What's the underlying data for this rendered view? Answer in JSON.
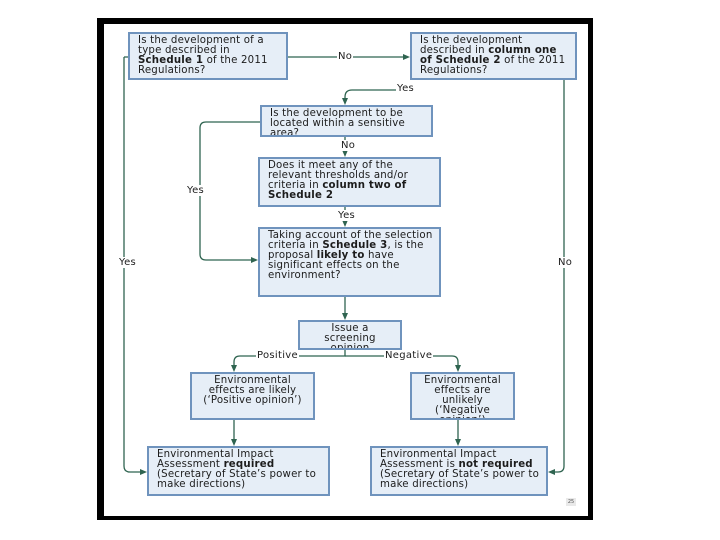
{
  "boxes": {
    "schedule1": {
      "pre": "Is the development of a type described in ",
      "b1": "Schedule 1",
      "post": " of the 2011 Regulations?"
    },
    "schedule2": {
      "pre": "Is the development described in ",
      "b1": "column one of Schedule 2",
      "post": " of the 2011 Regulations?"
    },
    "sensitive": "Is the development to be located within a sensitive area?",
    "thresholds": {
      "pre": "Does it meet any of the relevant thresholds and/or criteria in ",
      "b1": "column two of Schedule 2"
    },
    "selection": {
      "pre": "Taking account of the selection criteria in ",
      "b1": "Schedule 3",
      "mid": ", is the proposal ",
      "b2": "likely to",
      "post": " have significant effects on the environment?"
    },
    "screening": "Issue a screening opinion",
    "likely": "Environmental effects are likely (‘Positive opinion’)",
    "unlikely": "Environmental effects are unlikely (‘Negative opinion’)",
    "eia_required": {
      "pre": "Environmental Impact Assessment ",
      "b1": "required",
      "post": " (Secretary of State’s power to make directions)"
    },
    "eia_not_required": {
      "pre": "Environmental Impact Assessment is ",
      "b1": "not required",
      "post": " (Secretary of State’s power to make directions)"
    }
  },
  "labels": {
    "no_top": "No",
    "yes_top": "Yes",
    "no_sensitive": "No",
    "yes_thresholds": "Yes",
    "yes_left_inner": "Yes",
    "yes_left_outer": "Yes",
    "no_right": "No",
    "positive": "Positive",
    "negative": "Negative"
  },
  "page_number": "25",
  "colors": {
    "box_fill": "#e6eef7",
    "box_border": "#6f93bd",
    "arrow": "#2f6450",
    "frame": "#000000"
  }
}
